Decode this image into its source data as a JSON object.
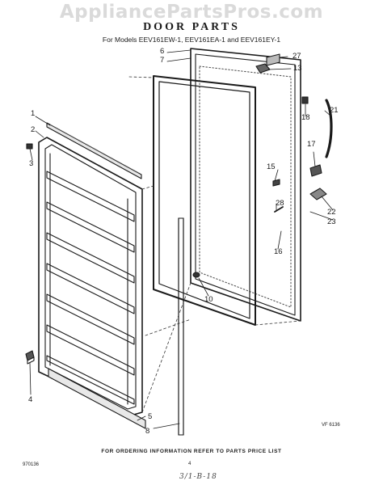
{
  "watermark": "AppliancePartsPros.com",
  "header": {
    "title": "DOOR PARTS",
    "models": "For Models EEV161EW-1, EEV161EA-1 and EEV161EY-1"
  },
  "callouts": {
    "c1": "1",
    "c2": "2",
    "c3": "3",
    "c4": "4",
    "c5": "5",
    "c6": "6",
    "c7": "7",
    "c8": "8",
    "c10": "10",
    "c13": "13",
    "c15": "15",
    "c16": "16",
    "c17": "17",
    "c18": "18",
    "c21": "21",
    "c22": "22",
    "c23": "23",
    "c27": "27",
    "c28": "28"
  },
  "footer": {
    "vf_code": "VF 6136",
    "ordering": "FOR ORDERING INFORMATION REFER TO PARTS PRICE LIST",
    "left_code": "970136",
    "page": "4",
    "handwritten": "3/1-B-18"
  }
}
